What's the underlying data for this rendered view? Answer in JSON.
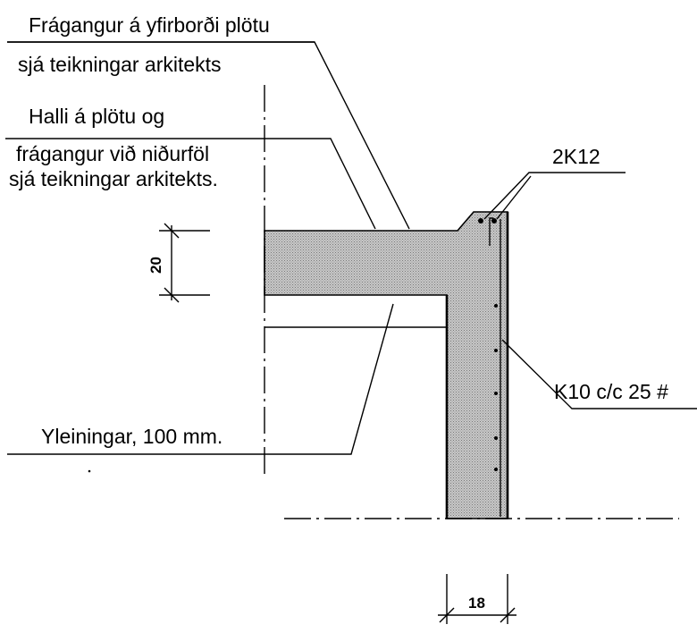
{
  "labels": {
    "finish_line1": "Frágangur á yfirborði plötu",
    "finish_line2": "sjá teikningar arkitekts",
    "slope_line1": "Halli á plötu og",
    "slope_line2": "frágangur við niðurföl",
    "slope_line3": "sjá teikningar arkitekts.",
    "rebar_top": "2K12",
    "rebar_mesh": "K10 c/c 25 #",
    "insulation": "Yleiningar, 100 mm."
  },
  "dimensions": {
    "slab_thickness": "20",
    "wall_thickness": "18"
  },
  "colors": {
    "concrete": "#bdbdbd",
    "ink": "#000000"
  }
}
